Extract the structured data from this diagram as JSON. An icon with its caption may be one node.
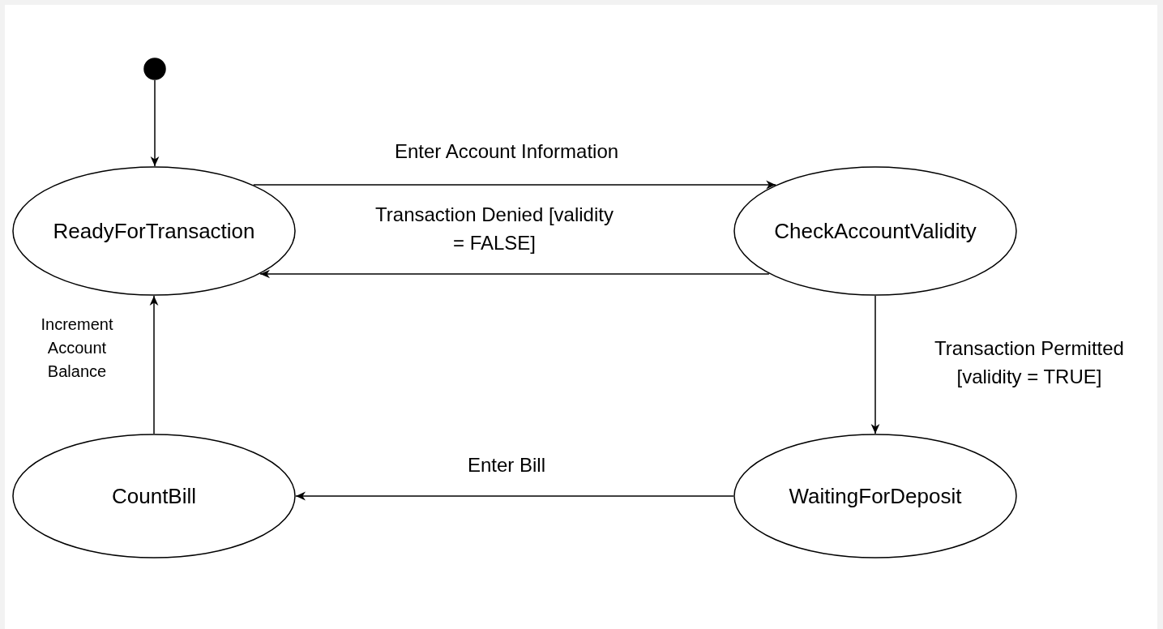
{
  "diagram": {
    "nodes": [
      {
        "text": [],
        "shape": "circle"
      },
      {
        "text": [
          "ReadyForTransaction"
        ]
      },
      {
        "text": [
          "CheckAccountValidity"
        ]
      },
      {
        "text": [
          "WaitingForDeposit"
        ]
      },
      {
        "text": [
          "CountBill"
        ]
      }
    ],
    "edges": [
      {
        "from": 0,
        "to": 1,
        "arrow": "to"
      },
      {
        "from": 1,
        "to": 2,
        "arrow": "to",
        "label": "Enter Account Information"
      },
      {
        "from": 2,
        "to": 1,
        "arrow": "to",
        "label": "Transaction Denied [validity = FALSE]"
      },
      {
        "from": 2,
        "to": 3,
        "arrow": "to",
        "label": "Transaction Permitted [validity = TRUE]"
      },
      {
        "from": 3,
        "to": 4,
        "arrow": "to",
        "label": "Enter Bill"
      },
      {
        "from": 4,
        "to": 1,
        "arrow": "to",
        "label": "Increment Account Balance"
      }
    ]
  }
}
